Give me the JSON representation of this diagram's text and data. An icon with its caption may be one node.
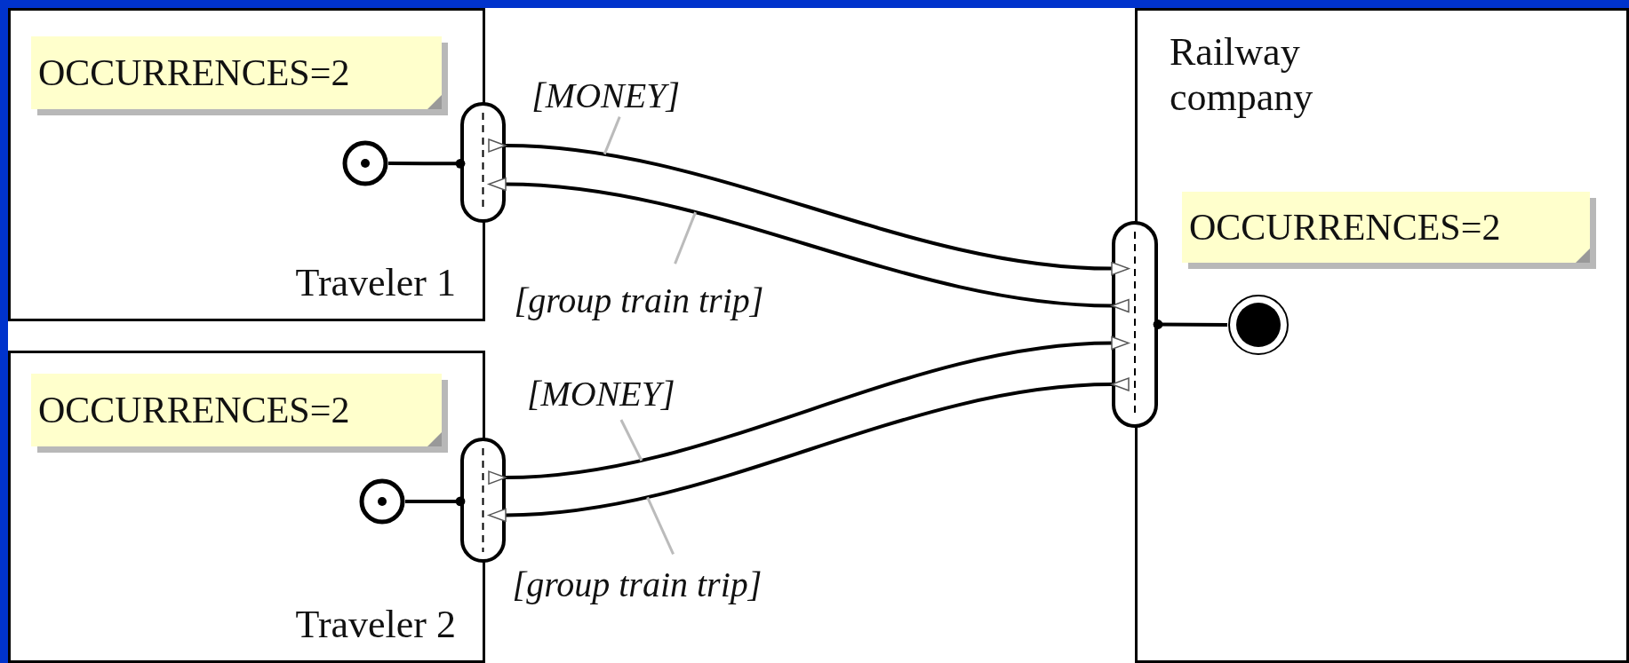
{
  "diagram": {
    "nodes": [
      {
        "text": [
          "Traveler 1"
        ]
      },
      {
        "text": [
          "OCCURRENCES=2"
        ],
        "in": 0
      },
      {
        "text": [],
        "shape": "circle",
        "in": 0
      },
      {
        "text": [],
        "shape": "box"
      },
      {
        "text": [
          "Traveler 2"
        ]
      },
      {
        "text": [
          "OCCURRENCES=2"
        ],
        "in": 4
      },
      {
        "text": [],
        "shape": "circle",
        "in": 4
      },
      {
        "text": [],
        "shape": "box"
      },
      {
        "text": [
          "Railway company"
        ]
      },
      {
        "text": [
          "OCCURRENCES=2"
        ],
        "in": 8
      },
      {
        "text": [],
        "shape": "circle",
        "in": 8
      },
      {
        "text": [],
        "shape": "box"
      }
    ],
    "edges": [
      {
        "from": 2,
        "to": 3,
        "arrow": "other"
      },
      {
        "from": 3,
        "to": 11,
        "arrow": "to",
        "label": "[MONEY]"
      },
      {
        "from": 11,
        "to": 3,
        "arrow": "to",
        "label": "[group train trip]"
      },
      {
        "from": 7,
        "to": 11,
        "arrow": "to",
        "label": "[MONEY]"
      },
      {
        "from": 11,
        "to": 7,
        "arrow": "to",
        "label": "[group train trip]"
      },
      {
        "from": 6,
        "to": 7,
        "arrow": "other"
      },
      {
        "from": 11,
        "to": 10,
        "arrow": "other"
      }
    ]
  }
}
